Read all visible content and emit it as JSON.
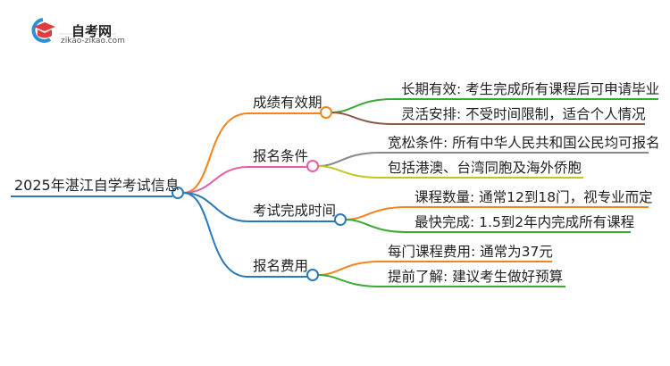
{
  "logo": {
    "title": "自考网",
    "subtitle": "zikao-zikao.com"
  },
  "root": {
    "label": "2025年湛江自学考试信息",
    "color": "#2a7ab8"
  },
  "branches": [
    {
      "label": "成绩有效期",
      "color": "#f5841f",
      "leaves": [
        {
          "text": "长期有效: 考生完成所有课程后可申请毕业",
          "color": "#3aa935"
        },
        {
          "text": "灵活安排: 不受时间限制，适合个人情况",
          "color": "#8b5a4a"
        }
      ]
    },
    {
      "label": "报名条件",
      "color": "#e65fa8",
      "leaves": [
        {
          "text": "宽松条件: 所有中华人民共和国公民均可报名",
          "color": "#888888"
        },
        {
          "text": "包括港澳、台湾同胞及海外侨胞",
          "color": "#c5c520"
        }
      ]
    },
    {
      "label": "考试完成时间",
      "color": "#2a7ab8",
      "leaves": [
        {
          "text": "课程数量: 通常12到18门，视专业而定",
          "color": "#f5841f"
        },
        {
          "text": "最快完成: 1.5到2年内完成所有课程",
          "color": "#3aa935"
        }
      ]
    },
    {
      "label": "报名费用",
      "color": "#2a7ab8",
      "leaves": [
        {
          "text": "每门课程费用: 通常为37元",
          "color": "#f5841f"
        },
        {
          "text": "提前了解: 建议考生做好预算",
          "color": "#3aa935"
        }
      ]
    }
  ]
}
